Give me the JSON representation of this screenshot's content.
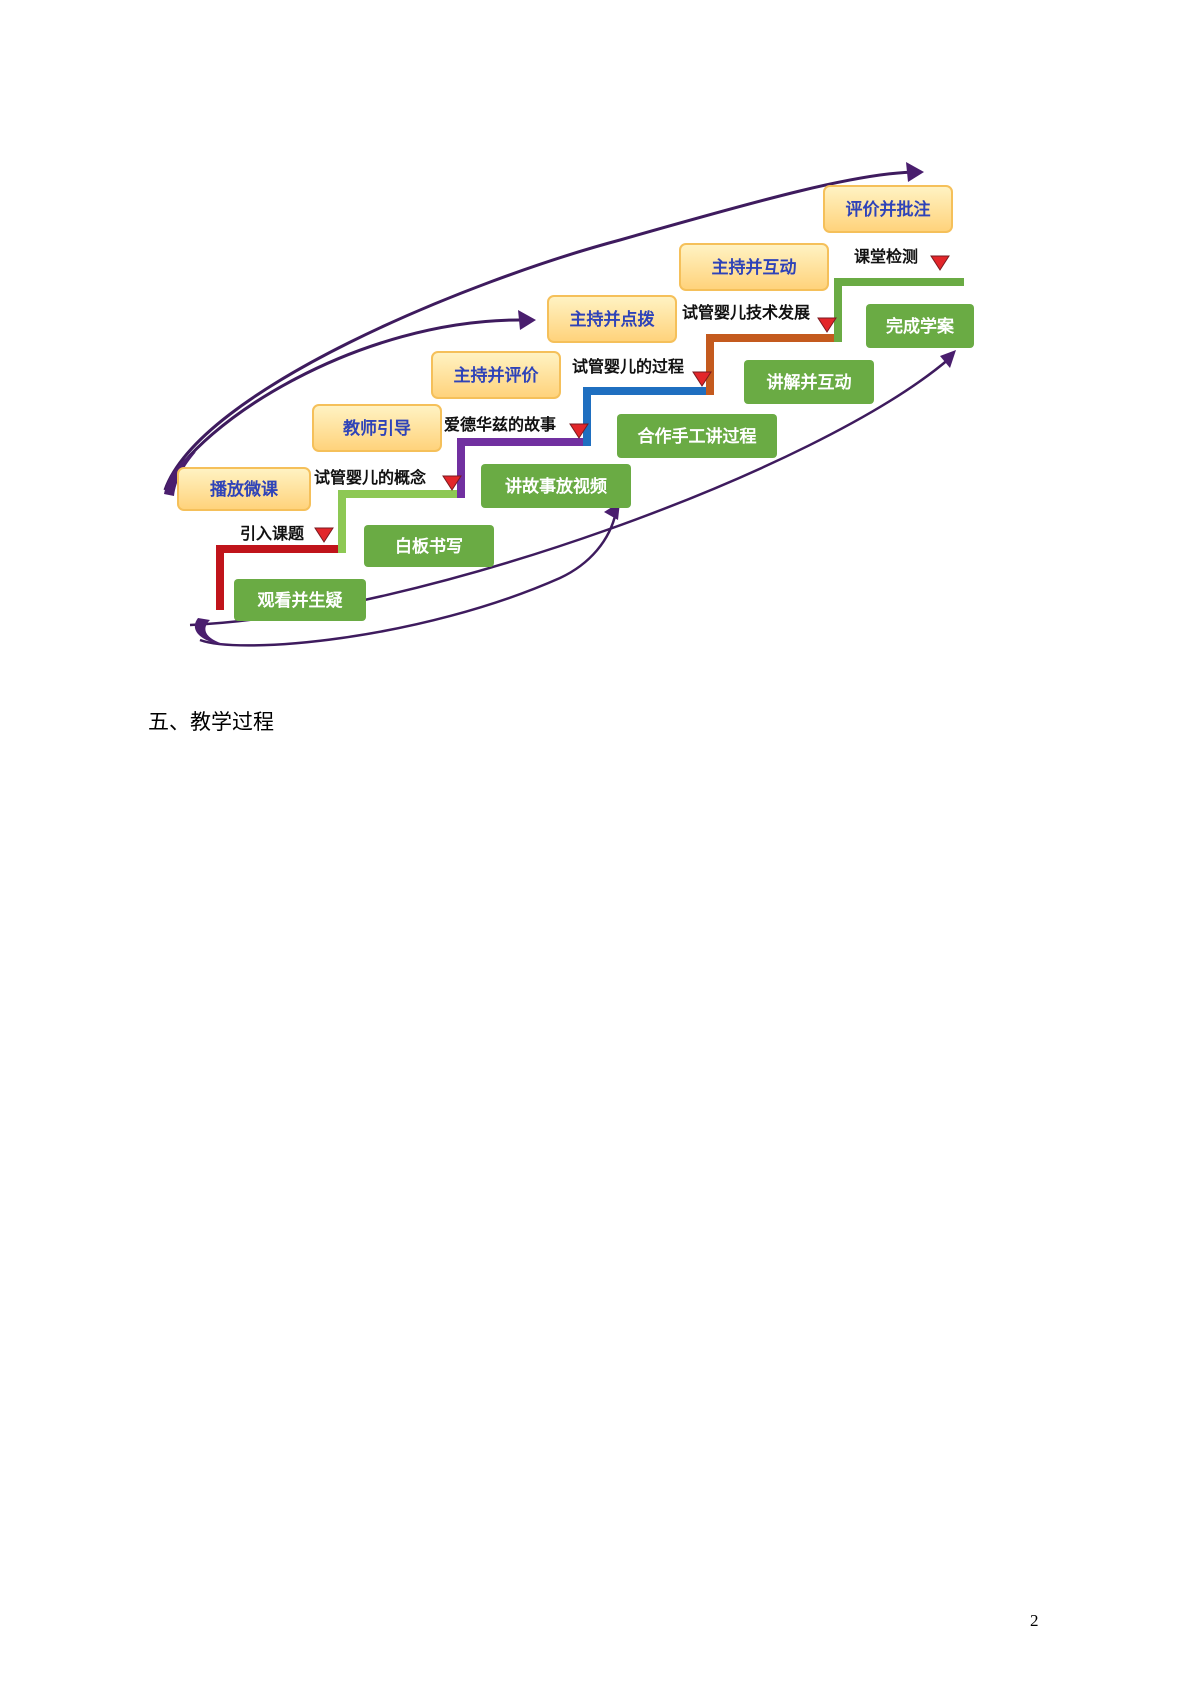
{
  "diagram": {
    "teacher_steps": [
      "播放微课",
      "教师引导",
      "主持并评价",
      "主持并点拨",
      "主持并互动",
      "评价并批注"
    ],
    "content_labels": [
      "引入课题",
      "试管婴儿的概念",
      "爱德华兹的故事",
      "试管婴儿的过程",
      "试管婴儿技术发展",
      "课堂检测"
    ],
    "student_steps": [
      "观看并生疑",
      "白板书写",
      "讲故事放视频",
      "合作手工讲过程",
      "讲解并互动",
      "完成学案"
    ],
    "colors": {
      "teacher_box_fill": "#FFE08C",
      "teacher_box_border": "#F5C05A",
      "teacher_text": "#2F43B8",
      "student_box_fill": "#6AAB44",
      "student_text": "#ffffff",
      "arrow_purple": "#4A1E6E",
      "marker": "#E3262A",
      "stair_colors": [
        "#C0141B",
        "#8DC854",
        "#7130A0",
        "#1F6FC0",
        "#C45A1E",
        "#6AAB44"
      ]
    }
  },
  "section_heading": "五、教学过程",
  "page_number": "2"
}
